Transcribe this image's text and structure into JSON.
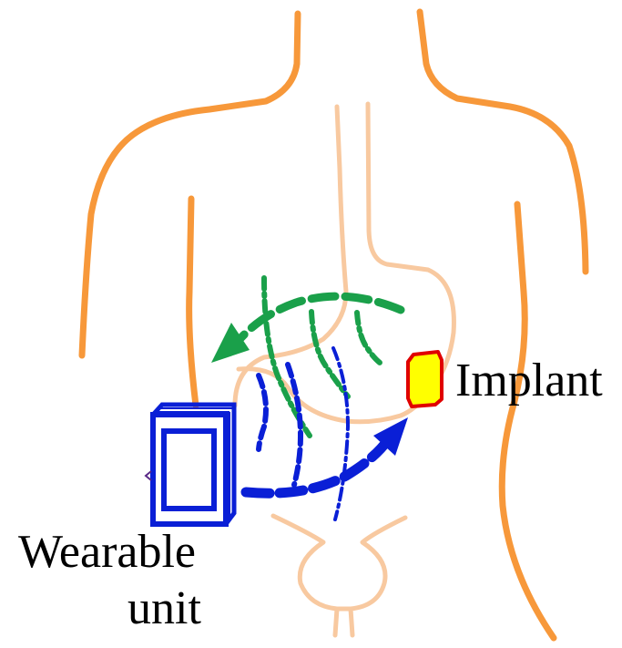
{
  "labels": {
    "implant": "Implant",
    "wearable_line1": "Wearable",
    "wearable_line2": "unit"
  },
  "colors": {
    "body_outline": "#f7983a",
    "organ_outline": "#f8c9a0",
    "downlink_arrow": "#0a1fd6",
    "uplink_arrow": "#1aa04a",
    "implant_fill": "#ffff00",
    "implant_border": "#e00000",
    "wearable_unit": "#0a1fd6"
  },
  "icons": {
    "wearable": "wearable-unit-icon",
    "implant": "implant-icon"
  }
}
